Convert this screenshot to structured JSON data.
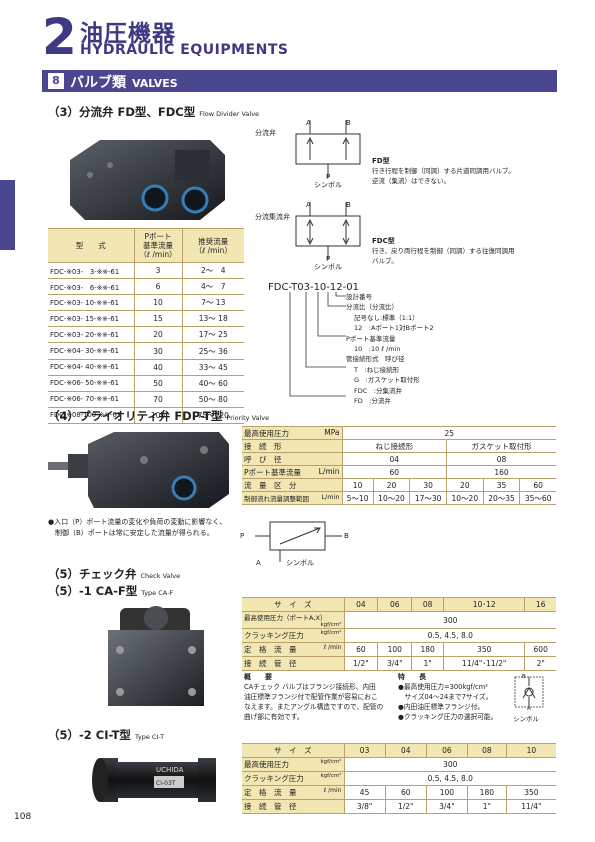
{
  "header": {
    "number": "2",
    "title_jp": "油圧機器",
    "title_en": "HYDRAULIC EQUIPMENTS"
  },
  "section": {
    "number": "8",
    "title_jp": "バルブ類",
    "title_en": "VALVES"
  },
  "fd": {
    "heading": "（3）分流弁 FD型、FDC型",
    "heading_en": "Flow Divider Valve",
    "table_headers": [
      "型　　式",
      "Pポート\n基準流量\n（ℓ /min）",
      "推奨流量\n（ℓ /min）"
    ],
    "rows": [
      [
        "FDC-※03-　3-※※-61",
        "3",
        "2～　4"
      ],
      [
        "FDC-※03-　6-※※-61",
        "6",
        "4～　7"
      ],
      [
        "FDC-※03- 10-※※-61",
        "10",
        "7～ 13"
      ],
      [
        "FDC-※03- 15-※※-61",
        "15",
        "13～ 18"
      ],
      [
        "FDC-※03- 20-※※-61",
        "20",
        "17～ 25"
      ],
      [
        "FDC-※04- 30-※※-61",
        "30",
        "25～ 36"
      ],
      [
        "FDC-※04- 40-※※-61",
        "40",
        "33～ 45"
      ],
      [
        "FDC-※06- 50-※※-61",
        "50",
        "40～ 60"
      ],
      [
        "FDC-※06- 70-※※-61",
        "70",
        "50～ 80"
      ],
      [
        "FDC-※08-100-※※-61",
        "100",
        "75～120"
      ]
    ],
    "sym1": {
      "title": "分流弁",
      "a": "A",
      "b": "B",
      "p": "P",
      "label": "シンボル",
      "type": "FD型",
      "desc1": "行き行程を制御（同調）する片道同調用バルブ。",
      "desc2": "逆流（集流）はできない。"
    },
    "sym2": {
      "title": "分流集流弁",
      "a": "A",
      "b": "B",
      "p": "P",
      "label": "シンボル",
      "type": "FDC型",
      "desc1": "行き、戻り両行程を制御（同調）する往復同調用",
      "desc2": "バルブ。"
    },
    "code": {
      "model": "FDC-T03-10-12-01",
      "lines": [
        "設計番号",
        "分流比（分流比）",
        "記号なし:標準（1:1）",
        "12　:Aポート1対Bポート2",
        "Pポート基準流量",
        "10　:10 ℓ /min",
        "管接続形式　呼び径",
        "T　:ねじ接続形",
        "G　:ガスケット取付形",
        "FDC　:分集流弁",
        "FD　:分流弁"
      ]
    }
  },
  "fdp": {
    "heading": "（4）プライオリティ弁 FDP-T型",
    "heading_en": "Priority Valve",
    "pressure_label": "最高使用圧力",
    "pressure_unit": "MPa",
    "pressure": "25",
    "conn_label": "接　続　形",
    "conn_thread": "ねじ接続形",
    "conn_gasket": "ガスケット取付形",
    "size_label": "呼　び　径",
    "size1": "04",
    "size2": "08",
    "pflow_label": "Pポート基準流量",
    "pflow_unit": "L/min",
    "pflow1": "60",
    "pflow2": "160",
    "zone_label": "流　量　区　分",
    "zones": [
      "10",
      "20",
      "30",
      "20",
      "35",
      "60"
    ],
    "ctrl_label": "制御流れ流量調整範囲",
    "ctrl_unit": "L/min",
    "ctrl": [
      "5～10",
      "10～20",
      "17～30",
      "10～20",
      "20～35",
      "35～60"
    ],
    "note1": "●入口（P）ポート流量の変化や負荷の変動に影響なく、",
    "note2": "　制御（B）ポートは常に安定した流量が得られる。",
    "sym": {
      "p": "P",
      "b": "B",
      "a": "A",
      "label": "シンボル"
    }
  },
  "check": {
    "heading": "（5）チェック弁",
    "heading_en": "Check Valve"
  },
  "caf": {
    "heading": "（5）-1 CA-F型",
    "heading_en": "Type CA-F",
    "size_label": "サ　イ　ズ",
    "sizes": [
      "04",
      "06",
      "08",
      "10･12",
      "16"
    ],
    "pressure_label": "最高使用圧力（ポートA,X）",
    "pressure_unit": "kgf/cm²",
    "pressure": "300",
    "crack_label": "クラッキング圧力",
    "crack_unit": "kgf/cm²",
    "crack": "0.5, 4.5, 8.0",
    "flow_label": "定　格　流　量",
    "flow_unit": "ℓ /min",
    "flows": [
      "60",
      "100",
      "180",
      "350",
      "600"
    ],
    "pipe_label": "接　続　管　径",
    "pipes": [
      "1/2\"",
      "3/4\"",
      "1\"",
      "11/4\"･11/2\"",
      "2\""
    ],
    "outline_label": "概　　要",
    "outline": [
      "CAチェック バルブはフランジ接続形、内田",
      "油圧標準フランジ付で配管作業が容易におこ",
      "なえます。またアングル構造ですので、配管の",
      "曲げ部に有効です。"
    ],
    "feature_label": "特　　長",
    "features": [
      "●最高使用圧力=300kgf/cm²",
      "　サイズ04～24まで7サイズ。",
      "●内田油圧標準フランジ付。",
      "●クラッキング圧力の選択可能。"
    ],
    "sym": {
      "a": "A",
      "b": "B",
      "label": "シンボル"
    }
  },
  "cit": {
    "heading": "（5）-2 CI-T型",
    "heading_en": "Type CI-T",
    "size_label": "サ　イ　ズ",
    "sizes": [
      "03",
      "04",
      "06",
      "08",
      "10"
    ],
    "pressure_label": "最高使用圧力",
    "pressure_unit": "kgf/cm²",
    "pressure": "300",
    "crack_label": "クラッキング圧力",
    "crack_unit": "kgf/cm²",
    "crack": "0.5, 4.5, 8.0",
    "flow_label": "定　格　流　量",
    "flow_unit": "ℓ /min",
    "flows": [
      "45",
      "60",
      "100",
      "180",
      "350"
    ],
    "pipe_label": "接　続　管　径",
    "pipes": [
      "3/8\"",
      "1/2\"",
      "3/4\"",
      "1\"",
      "11/4\""
    ],
    "brand": "UCHIDA",
    "model_mark": "CI-03T"
  },
  "page": "108",
  "colors": {
    "accent": "#4a4690",
    "table_head": "#f2e6b3",
    "border": "#b8a16a"
  }
}
